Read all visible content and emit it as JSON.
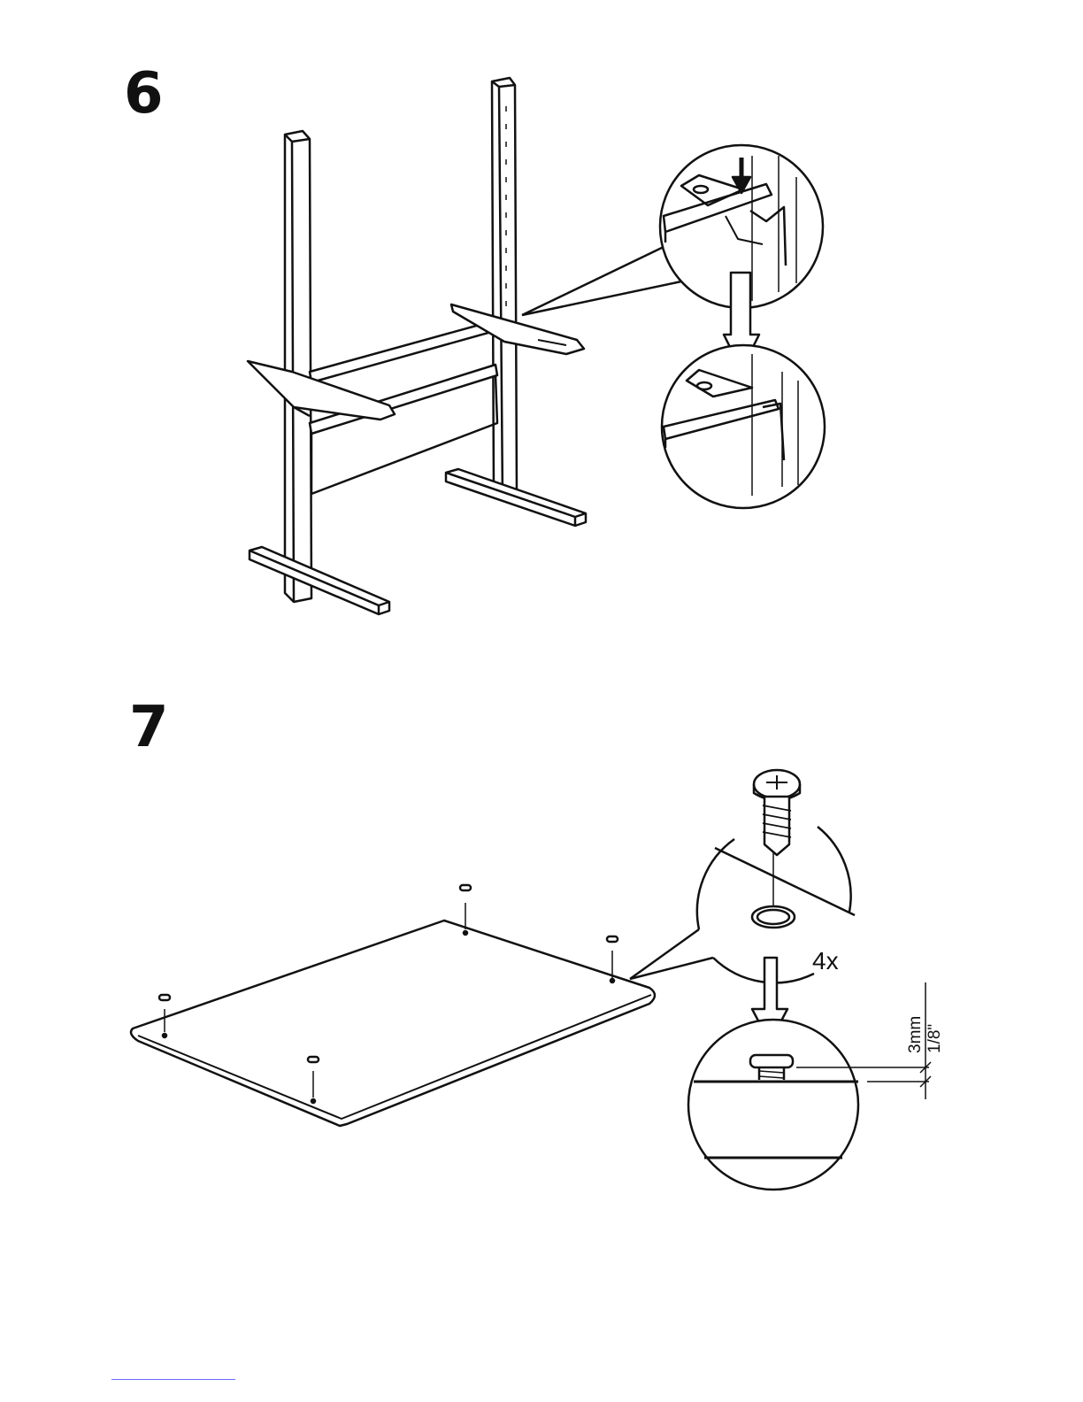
{
  "steps": [
    {
      "number": "6"
    },
    {
      "number": "7"
    }
  ],
  "step7": {
    "quantity_label": "4x",
    "dimension_metric": "3mm",
    "dimension_imperial": "1/8\""
  },
  "icons": [
    "frame-illustration",
    "bracket-detail-icon",
    "screw-icon",
    "arrow-down-icon"
  ]
}
